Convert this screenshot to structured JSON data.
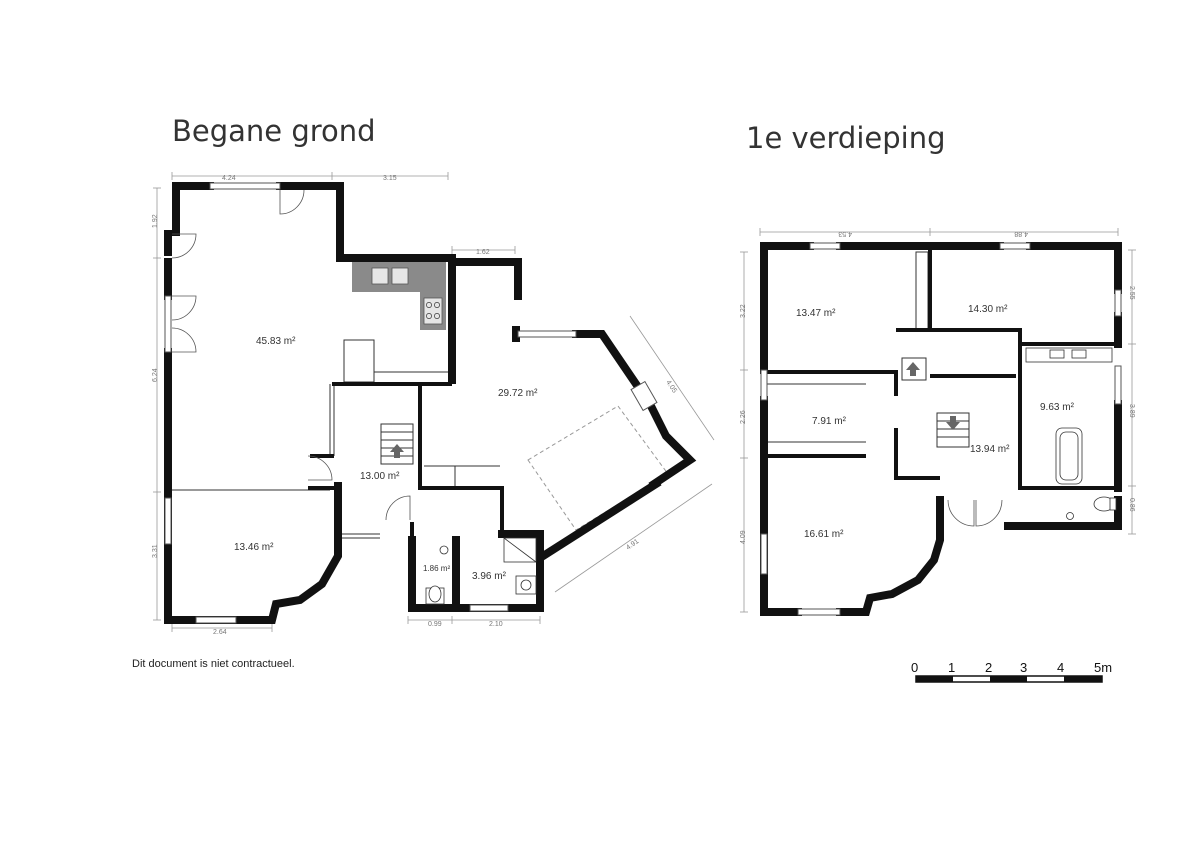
{
  "titles": {
    "ground_floor": "Begane grond",
    "first_floor": "1e verdieping"
  },
  "disclaimer": "Dit document is niet contractueel.",
  "ground_floor": {
    "rooms": [
      {
        "area": "45.83 m²"
      },
      {
        "area": "29.72 m²"
      },
      {
        "area": "13.00 m²"
      },
      {
        "area": "13.46 m²"
      },
      {
        "area": "1.86 m²"
      },
      {
        "area": "3.96 m²"
      }
    ],
    "dimensions": {
      "top_left": "4.24",
      "top_right": "3.15",
      "left_upper": "1.92",
      "left_middle": "6.24",
      "left_lower": "3.31",
      "kitchen": "1.62",
      "diag_upper": "4.05",
      "diag_lower": "4.91",
      "bottom_left": "2.64",
      "bottom_wc": "0.99",
      "bottom_bath": "2.10"
    }
  },
  "first_floor": {
    "rooms": [
      {
        "area": "13.47 m²"
      },
      {
        "area": "14.30 m²"
      },
      {
        "area": "7.91 m²"
      },
      {
        "area": "9.63 m²"
      },
      {
        "area": "13.94 m²"
      },
      {
        "area": "16.61 m²"
      }
    ],
    "dimensions": {
      "top_left": "4.53",
      "top_right": "4.88",
      "left_upper": "3.22",
      "left_middle": "2.26",
      "left_lower": "4.09",
      "right_upper": "2.55",
      "right_middle": "3.89",
      "right_lower": "0.86"
    }
  },
  "scale": {
    "labels": [
      "0",
      "1",
      "2",
      "3",
      "4",
      "5m"
    ]
  }
}
